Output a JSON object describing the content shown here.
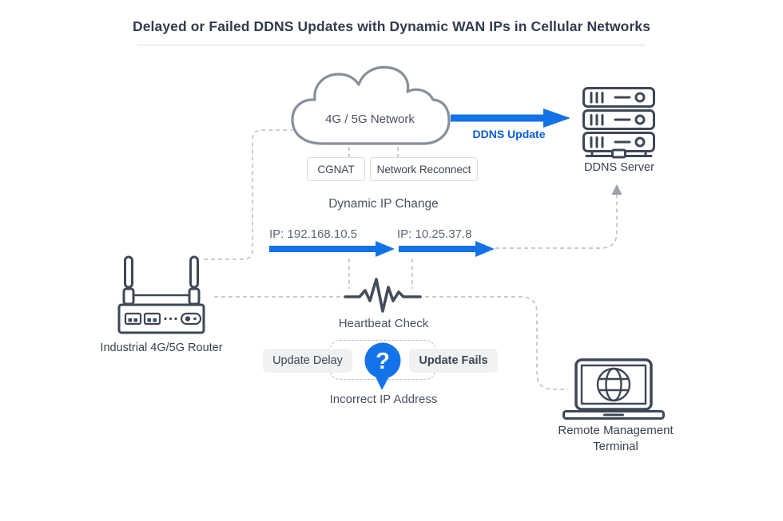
{
  "title": "Delayed or Failed DDNS Updates with Dynamic WAN IPs in Cellular Networks",
  "network": {
    "cloud_label": "4G / 5G Network",
    "cgnat_tag": "CGNAT",
    "reconnect_tag": "Network Reconnect"
  },
  "ddns": {
    "update_label": "DDNS Update",
    "server_label": "DDNS Server"
  },
  "ip_change": {
    "heading": "Dynamic IP Change",
    "old_ip": "IP: 192.168.10.5",
    "new_ip": "IP: 10.25.37.8"
  },
  "router": {
    "label": "Industrial 4G/5G Router"
  },
  "heartbeat": {
    "label": "Heartbeat Check"
  },
  "failure": {
    "delay_tag": "Update Delay",
    "fails_tag": "Update Fails",
    "question_mark": "?",
    "caption": "Incorrect IP Address"
  },
  "terminal": {
    "label_line1": "Remote Management",
    "label_line2": "Terminal"
  },
  "colors": {
    "accent_blue": "#1373e6",
    "blue_text": "#0e5ed8",
    "icon_stroke": "#3e4755",
    "cloud_stroke": "#878f99",
    "dashed_line": "#b7bdc4",
    "tag_fill": "#eff1f3",
    "tag_border": "#d9dce0",
    "title_text": "#323c4e",
    "divider": "#dadce0"
  },
  "icons": {
    "cloud": "cloud-icon",
    "server": "server-stack-icon",
    "router": "industrial-router-icon",
    "heartbeat": "heartbeat-pulse-icon",
    "question": "question-bubble-icon",
    "laptop": "laptop-globe-icon"
  }
}
